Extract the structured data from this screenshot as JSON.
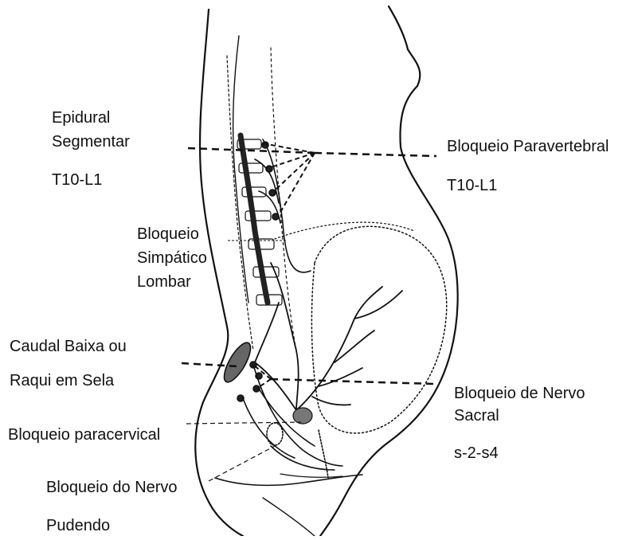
{
  "labels": {
    "epidural_line1": "Epidural",
    "epidural_line2": "Segmentar",
    "epidural_level": "T10-L1",
    "paravertebral": "Bloqueio Paravertebral",
    "paravertebral_level": "T10-L1",
    "simpatico_line1": "Bloqueio",
    "simpatico_line2": "Simpático",
    "simpatico_line3": "Lombar",
    "caudal_line1": "Caudal Baixa ou",
    "caudal_line2": "Raqui em Sela",
    "nervo_sacral_line1": "Bloqueio de Nervo",
    "nervo_sacral_line2": "Sacral",
    "sacral_level": "s-2-s4",
    "paracervical": "Bloqueio paracervical",
    "pudendo_line1": "Bloqueio do Nervo",
    "pudendo_line2": "Pudendo"
  }
}
